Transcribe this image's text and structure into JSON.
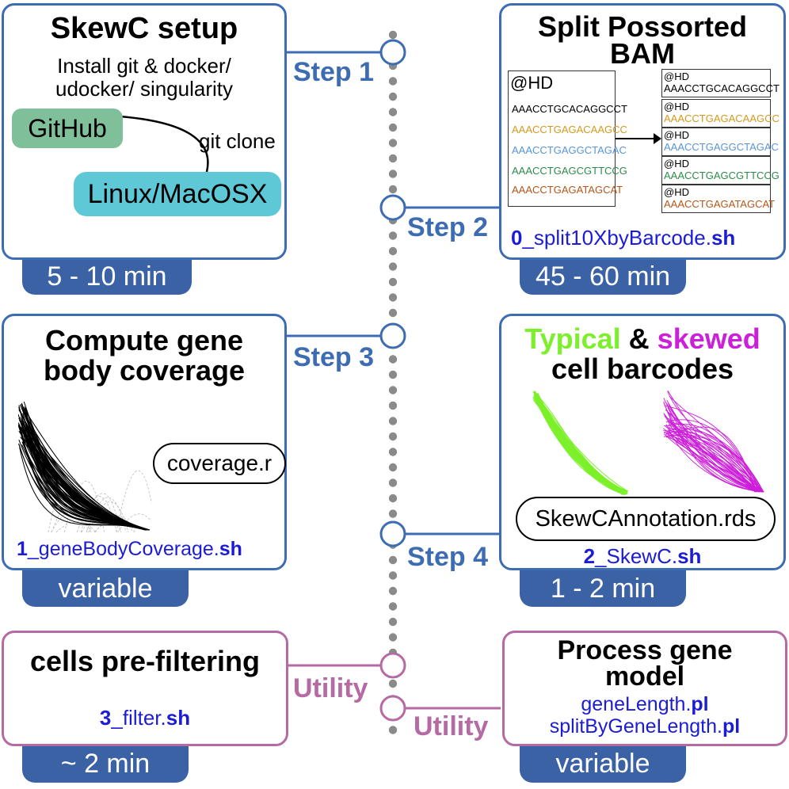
{
  "steps": {
    "step1": "Step 1",
    "step2": "Step 2",
    "step3": "Step 3",
    "step4": "Step 4",
    "utility_left": "Utility",
    "utility_right": "Utility"
  },
  "setup": {
    "title": "SkewC setup",
    "subtitle_line1": "Install git & docker/",
    "subtitle_line2": "udocker/ singularity",
    "github": "GitHub",
    "git_clone": "git clone",
    "os": "Linux/MacOSX",
    "time": "5 - 10 min"
  },
  "split": {
    "title_line1": "Split Possorted",
    "title_line2": "BAM",
    "header": "@HD",
    "reads": [
      "AAACCTGCACAGGCCT",
      "AAACCTGAGACAAGCC",
      "AAACCTGAGGCTAGAC",
      "AAACCTGAGCGTTCCG",
      "AAACCTGAGATAGCAT"
    ],
    "read_colors": [
      "#000000",
      "#d49a1e",
      "#5a95d6",
      "#2e8b4a",
      "#b5561a"
    ],
    "script_prefix": "0",
    "script_name": "_split10XbyBarcode.",
    "script_ext": "sh",
    "time": "45 - 60 min"
  },
  "coverage": {
    "title_line1": "Compute gene",
    "title_line2": "body coverage",
    "r_script": "coverage.r",
    "script_prefix": "1",
    "script_name": "_geneBodyCoverage.",
    "script_ext": "sh",
    "time": "variable"
  },
  "skewc": {
    "typical": "Typical",
    "amp": "&",
    "skewed": "skewed",
    "title_line2": "cell barcodes",
    "rds": "SkewCAnnotation.rds",
    "script_prefix": "2",
    "script_name": "_SkewC.",
    "script_ext": "sh",
    "time": "1 - 2 min",
    "colors": {
      "typical": "#7cf02a",
      "skewed": "#cc1fd9"
    }
  },
  "filter": {
    "title": "cells pre-filtering",
    "script_prefix": "3",
    "script_name": "_filter.",
    "script_ext": "sh",
    "time": "~ 2 min"
  },
  "gene_model": {
    "title_line1": "Process gene",
    "title_line2": "model",
    "script1_name": "geneLength.",
    "script1_ext": "pl",
    "script2_name": "splitByGeneLength.",
    "script2_ext": "pl",
    "time": "variable"
  },
  "colors": {
    "step": "#3d6cb3",
    "utility": "#b56aa3",
    "pill": "#3c62a6",
    "script": "#1c1cd6"
  }
}
